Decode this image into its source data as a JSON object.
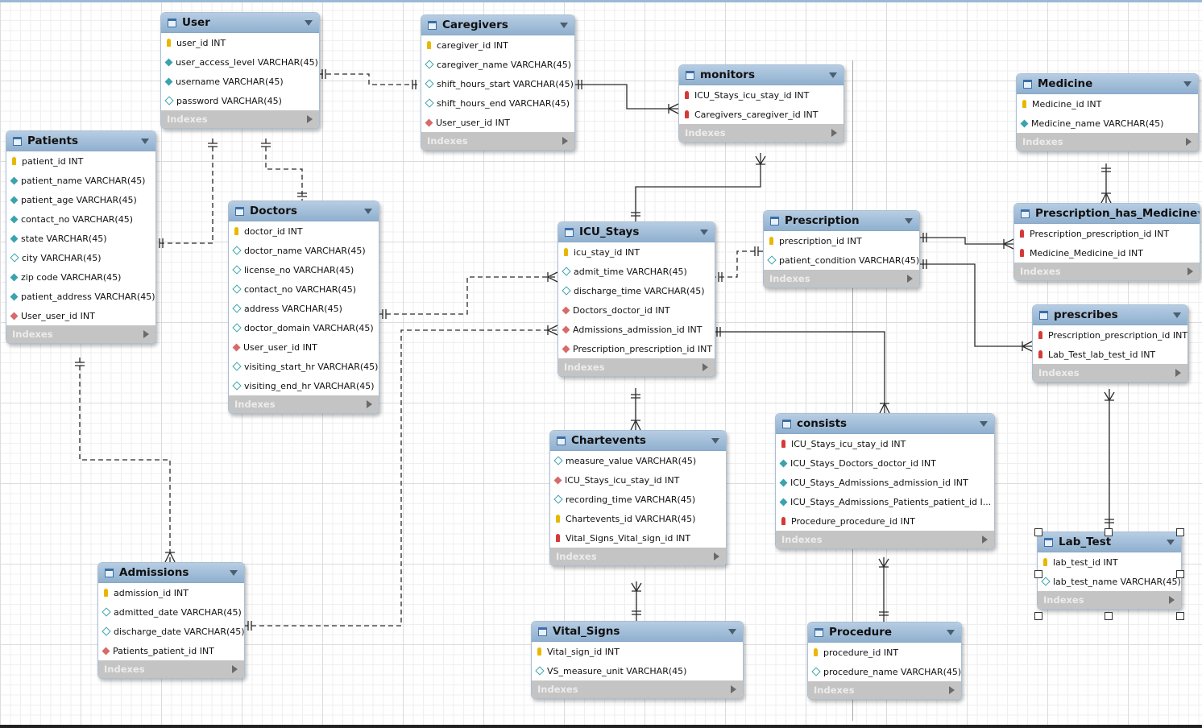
{
  "tables": [
    {
      "id": "user",
      "name": "User",
      "footer": "Indexes",
      "columns": [
        {
          "icon": "key",
          "text": "user_id INT"
        },
        {
          "icon": "fill",
          "text": "user_access_level VARCHAR(45)"
        },
        {
          "icon": "fill",
          "text": "username VARCHAR(45)"
        },
        {
          "icon": "hollow",
          "text": "password VARCHAR(45)"
        }
      ]
    },
    {
      "id": "caregivers",
      "name": "Caregivers",
      "footer": "Indexes",
      "columns": [
        {
          "icon": "key",
          "text": "caregiver_id INT"
        },
        {
          "icon": "hollow",
          "text": "caregiver_name VARCHAR(45)"
        },
        {
          "icon": "hollow",
          "text": "shift_hours_start VARCHAR(45)"
        },
        {
          "icon": "hollow",
          "text": "shift_hours_end VARCHAR(45)"
        },
        {
          "icon": "fk",
          "text": "User_user_id INT"
        }
      ]
    },
    {
      "id": "monitors",
      "name": "monitors",
      "footer": "Indexes",
      "columns": [
        {
          "icon": "fkey",
          "text": "ICU_Stays_icu_stay_id INT"
        },
        {
          "icon": "fkey",
          "text": "Caregivers_caregiver_id INT"
        }
      ]
    },
    {
      "id": "medicine",
      "name": "Medicine",
      "footer": "Indexes",
      "columns": [
        {
          "icon": "key",
          "text": "Medicine_id INT"
        },
        {
          "icon": "fill",
          "text": "Medicine_name VARCHAR(45)"
        }
      ]
    },
    {
      "id": "patients",
      "name": "Patients",
      "footer": "Indexes",
      "columns": [
        {
          "icon": "key",
          "text": "patient_id INT"
        },
        {
          "icon": "fill",
          "text": "patient_name VARCHAR(45)"
        },
        {
          "icon": "fill",
          "text": "patient_age VARCHAR(45)"
        },
        {
          "icon": "fill",
          "text": "contact_no VARCHAR(45)"
        },
        {
          "icon": "fill",
          "text": "state VARCHAR(45)"
        },
        {
          "icon": "hollow",
          "text": "city VARCHAR(45)"
        },
        {
          "icon": "fill",
          "text": "zip code VARCHAR(45)"
        },
        {
          "icon": "fill",
          "text": "patient_address VARCHAR(45)"
        },
        {
          "icon": "fk",
          "text": "User_user_id INT"
        }
      ]
    },
    {
      "id": "doctors",
      "name": "Doctors",
      "footer": "Indexes",
      "columns": [
        {
          "icon": "key",
          "text": "doctor_id INT"
        },
        {
          "icon": "hollow",
          "text": "doctor_name VARCHAR(45)"
        },
        {
          "icon": "hollow",
          "text": "license_no VARCHAR(45)"
        },
        {
          "icon": "hollow",
          "text": "contact_no VARCHAR(45)"
        },
        {
          "icon": "hollow",
          "text": "address VARCHAR(45)"
        },
        {
          "icon": "hollow",
          "text": "doctor_domain VARCHAR(45)"
        },
        {
          "icon": "fk",
          "text": "User_user_id INT"
        },
        {
          "icon": "hollow",
          "text": "visiting_start_hr VARCHAR(45)"
        },
        {
          "icon": "hollow",
          "text": "visiting_end_hr VARCHAR(45)"
        }
      ]
    },
    {
      "id": "icu",
      "name": "ICU_Stays",
      "footer": "Indexes",
      "columns": [
        {
          "icon": "key",
          "text": "icu_stay_id INT"
        },
        {
          "icon": "hollow",
          "text": "admit_time VARCHAR(45)"
        },
        {
          "icon": "hollow",
          "text": "discharge_time VARCHAR(45)"
        },
        {
          "icon": "fk",
          "text": "Doctors_doctor_id INT"
        },
        {
          "icon": "fk",
          "text": "Admissions_admission_id INT"
        },
        {
          "icon": "fk",
          "text": "Prescription_prescription_id INT"
        }
      ]
    },
    {
      "id": "prescription",
      "name": "Prescription",
      "footer": "Indexes",
      "columns": [
        {
          "icon": "key",
          "text": "prescription_id INT"
        },
        {
          "icon": "hollow",
          "text": "patient_condition VARCHAR(45)"
        }
      ]
    },
    {
      "id": "phm",
      "name": "Prescription_has_Medicine",
      "footer": "Indexes",
      "columns": [
        {
          "icon": "fkey",
          "text": "Prescription_prescription_id INT"
        },
        {
          "icon": "fkey",
          "text": "Medicine_Medicine_id INT"
        }
      ]
    },
    {
      "id": "prescribes",
      "name": "prescribes",
      "footer": "Indexes",
      "columns": [
        {
          "icon": "fkey",
          "text": "Prescription_prescription_id INT"
        },
        {
          "icon": "fkey",
          "text": "Lab_Test_lab_test_id INT"
        }
      ]
    },
    {
      "id": "chartevents",
      "name": "Chartevents",
      "footer": "Indexes",
      "columns": [
        {
          "icon": "hollow",
          "text": "measure_value VARCHAR(45)"
        },
        {
          "icon": "fk",
          "text": "ICU_Stays_icu_stay_id INT"
        },
        {
          "icon": "hollow",
          "text": "recording_time VARCHAR(45)"
        },
        {
          "icon": "key",
          "text": "Chartevents_id VARCHAR(45)"
        },
        {
          "icon": "fkey",
          "text": "Vital_Signs_Vital_sign_id INT"
        }
      ]
    },
    {
      "id": "consists",
      "name": "consists",
      "footer": "Indexes",
      "columns": [
        {
          "icon": "fkey",
          "text": "ICU_Stays_icu_stay_id INT"
        },
        {
          "icon": "fill",
          "text": "ICU_Stays_Doctors_doctor_id INT"
        },
        {
          "icon": "fill",
          "text": "ICU_Stays_Admissions_admission_id INT"
        },
        {
          "icon": "fill",
          "text": "ICU_Stays_Admissions_Patients_patient_id I..."
        },
        {
          "icon": "fkey",
          "text": "Procedure_procedure_id INT"
        }
      ]
    },
    {
      "id": "labtest",
      "name": "Lab_Test",
      "footer": "Indexes",
      "columns": [
        {
          "icon": "key",
          "text": "lab_test_id INT"
        },
        {
          "icon": "hollow",
          "text": "lab_test_name VARCHAR(45)"
        }
      ]
    },
    {
      "id": "admissions",
      "name": "Admissions",
      "footer": "Indexes",
      "columns": [
        {
          "icon": "key",
          "text": "admission_id INT"
        },
        {
          "icon": "hollow",
          "text": "admitted_date VARCHAR(45)"
        },
        {
          "icon": "hollow",
          "text": "discharge_date VARCHAR(45)"
        },
        {
          "icon": "fk",
          "text": "Patients_patient_id INT"
        }
      ]
    },
    {
      "id": "vitals",
      "name": "Vital_Signs",
      "footer": "Indexes",
      "columns": [
        {
          "icon": "key",
          "text": "Vital_sign_id INT"
        },
        {
          "icon": "hollow",
          "text": "VS_measure_unit VARCHAR(45)"
        }
      ]
    },
    {
      "id": "procedure",
      "name": "Procedure",
      "footer": "Indexes",
      "columns": [
        {
          "icon": "key",
          "text": "procedure_id INT"
        },
        {
          "icon": "hollow",
          "text": "procedure_name VARCHAR(45)"
        }
      ]
    }
  ],
  "colors": {
    "header": "#9dbad6",
    "footer": "#c4c4c4",
    "primary_key": "#e8b800",
    "foreign_key": "#d43a3a",
    "attribute": "#3aa3ad"
  }
}
